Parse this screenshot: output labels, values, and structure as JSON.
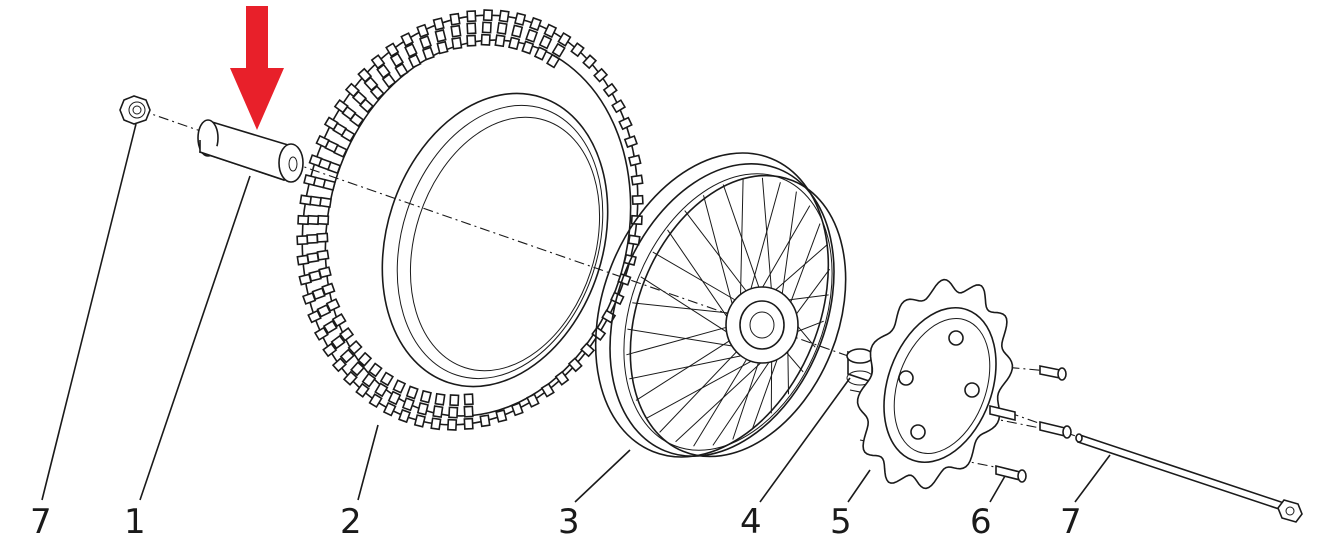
{
  "labels": [
    {
      "id": "nut-left",
      "text": "7"
    },
    {
      "id": "spacer",
      "text": "1"
    },
    {
      "id": "tire",
      "text": "2"
    },
    {
      "id": "rim",
      "text": "3"
    },
    {
      "id": "hub-spacer",
      "text": "4"
    },
    {
      "id": "brake-disc",
      "text": "5"
    },
    {
      "id": "bolt",
      "text": "6"
    },
    {
      "id": "axle",
      "text": "7"
    }
  ],
  "highlight_arrow_color": "#e8202a",
  "line_color": "#1a1a1a"
}
